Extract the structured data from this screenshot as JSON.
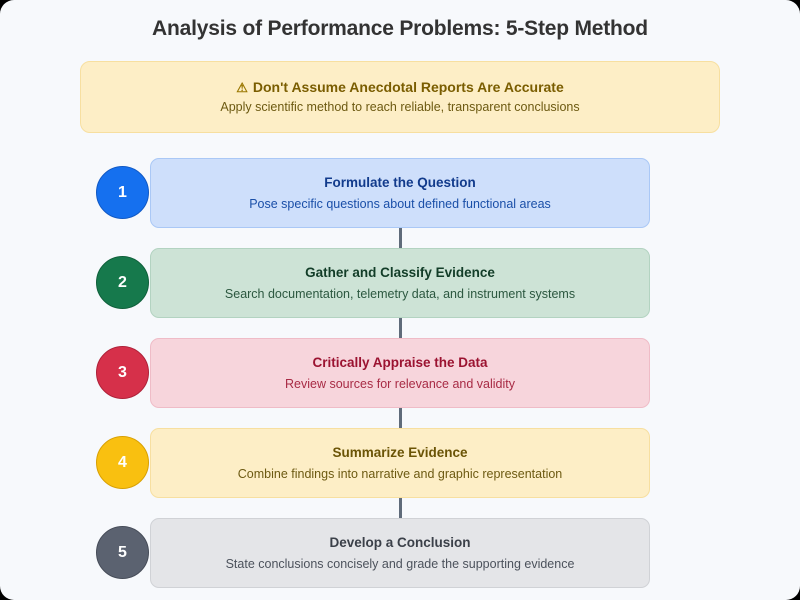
{
  "page": {
    "title": "Analysis of Performance Problems: 5-Step Method",
    "background_color": "#f7f9fc"
  },
  "warning_banner": {
    "icon": "warning-triangle-icon",
    "icon_glyph": "⚠",
    "headline": "Don't Assume Anecdotal Reports Are Accurate",
    "subtext": "Apply scientific method to reach reliable, transparent conclusions",
    "background_color": "#fdeec6",
    "border_color": "#f7dfa0",
    "text_color": "#7a5d00"
  },
  "steps": [
    {
      "number": "1",
      "title": "Formulate the Question",
      "description": "Pose specific questions about defined functional areas",
      "accent_color": "#1570ef",
      "box_color": "#cedffb"
    },
    {
      "number": "2",
      "title": "Gather and Classify Evidence",
      "description": "Search documentation, telemetry data, and instrument systems",
      "accent_color": "#16794c",
      "box_color": "#cde3d6"
    },
    {
      "number": "3",
      "title": "Critically Appraise the Data",
      "description": "Review sources for relevance and validity",
      "accent_color": "#d6304a",
      "box_color": "#f7d5dc"
    },
    {
      "number": "4",
      "title": "Summarize Evidence",
      "description": "Combine findings into narrative and graphic representation",
      "accent_color": "#f9c010",
      "box_color": "#fdeec6"
    },
    {
      "number": "5",
      "title": "Develop a Conclusion",
      "description": "State conclusions concisely and grade the supporting evidence",
      "accent_color": "#5b6270",
      "box_color": "#e4e5e8"
    }
  ]
}
